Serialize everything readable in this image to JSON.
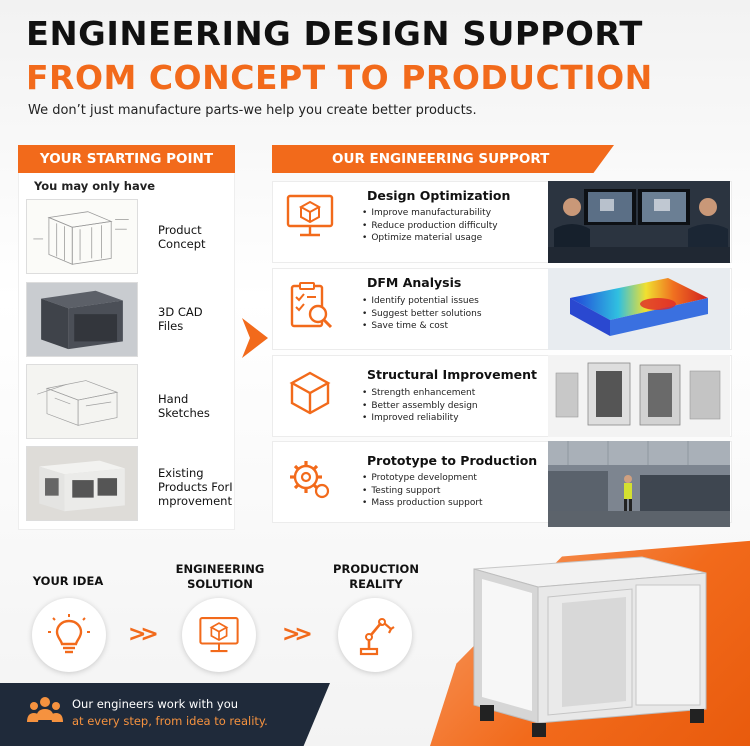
{
  "header": {
    "title_line1": "ENGINEERING DESIGN SUPPORT",
    "title_line2": "FROM CONCEPT TO PRODUCTION",
    "subtitle": "We don’t just manufacture parts-we help you create better products."
  },
  "starting_point": {
    "heading": "YOUR STARTING POINT",
    "intro": "You may only have",
    "items": [
      {
        "label_line1": "Product",
        "label_line2": "Concept",
        "label_line3": ""
      },
      {
        "label_line1": "3D CAD",
        "label_line2": "Files",
        "label_line3": ""
      },
      {
        "label_line1": "Hand",
        "label_line2": "Sketches",
        "label_line3": ""
      },
      {
        "label_line1": "Existing",
        "label_line2": "Products ForI",
        "label_line3": "mprovement"
      }
    ]
  },
  "engineering_support": {
    "heading": "OUR ENGINEERING SUPPORT",
    "items": [
      {
        "title": "Design Optimization",
        "bullets": [
          "Improve manufacturability",
          "Reduce production difficulty",
          "Optimize material usage"
        ],
        "icon": "monitor-cube-icon"
      },
      {
        "title": "DFM Analysis",
        "bullets": [
          "Identify potential issues",
          "Suggest better solutions",
          "Save time & cost"
        ],
        "icon": "clipboard-search-icon"
      },
      {
        "title": "Structural Improvement",
        "bullets": [
          "Strength enhancement",
          "Better assembly design",
          "Improved reliability"
        ],
        "icon": "cube-icon"
      },
      {
        "title": "Prototype to Production",
        "bullets": [
          "Prototype development",
          "Testing support",
          "Mass production support"
        ],
        "icon": "gears-icon"
      }
    ]
  },
  "flow": [
    {
      "label_line1": "YOUR IDEA",
      "label_line2": "",
      "icon": "lightbulb-icon"
    },
    {
      "label_line1": "ENGINEERING",
      "label_line2": "SOLUTION",
      "icon": "monitor-cube-icon"
    },
    {
      "label_line1": "PRODUCTION",
      "label_line2": "REALITY",
      "icon": "robot-arm-icon"
    }
  ],
  "banner": {
    "line1": "Our engineers work with you",
    "line2": "at every step, from idea to reality.",
    "icon": "team-icon"
  },
  "colors": {
    "accent": "#f26a1b",
    "dark": "#1f2a3a",
    "banner_highlight": "#f5923f"
  }
}
